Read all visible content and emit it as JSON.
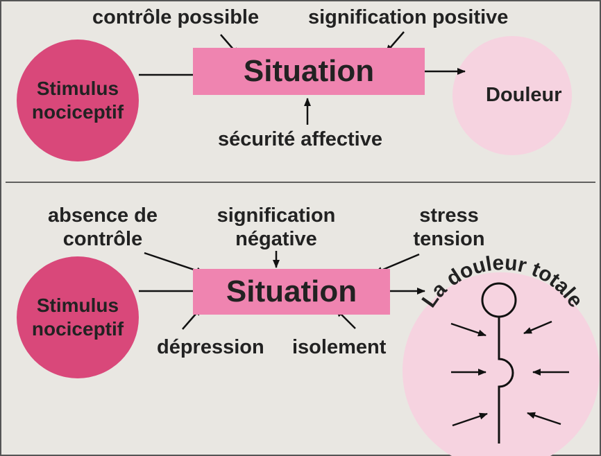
{
  "top": {
    "stimulus": [
      "Stimulus",
      "nociceptif"
    ],
    "situation": "Situation",
    "douleur": "Douleur",
    "controle_possible": "contrôle possible",
    "signification_positive": "signification positive",
    "securite_affective": "sécurité affective"
  },
  "bottom": {
    "stimulus": [
      "Stimulus",
      "nociceptif"
    ],
    "situation": "Situation",
    "absence_controle": [
      "absence de",
      "contrôle"
    ],
    "signification_negative": [
      "signification",
      "négative"
    ],
    "stress_tension": [
      "stress",
      "tension"
    ],
    "depression": "dépression",
    "isolement": "isolement",
    "douleur_totale": "La douleur totale"
  },
  "colors": {
    "background": "#e9e7e2",
    "stimulus_fill": "#d9487a",
    "situation_fill": "#ef84b0",
    "douleur_fill": "#f6d3e0",
    "line": "#111111"
  }
}
